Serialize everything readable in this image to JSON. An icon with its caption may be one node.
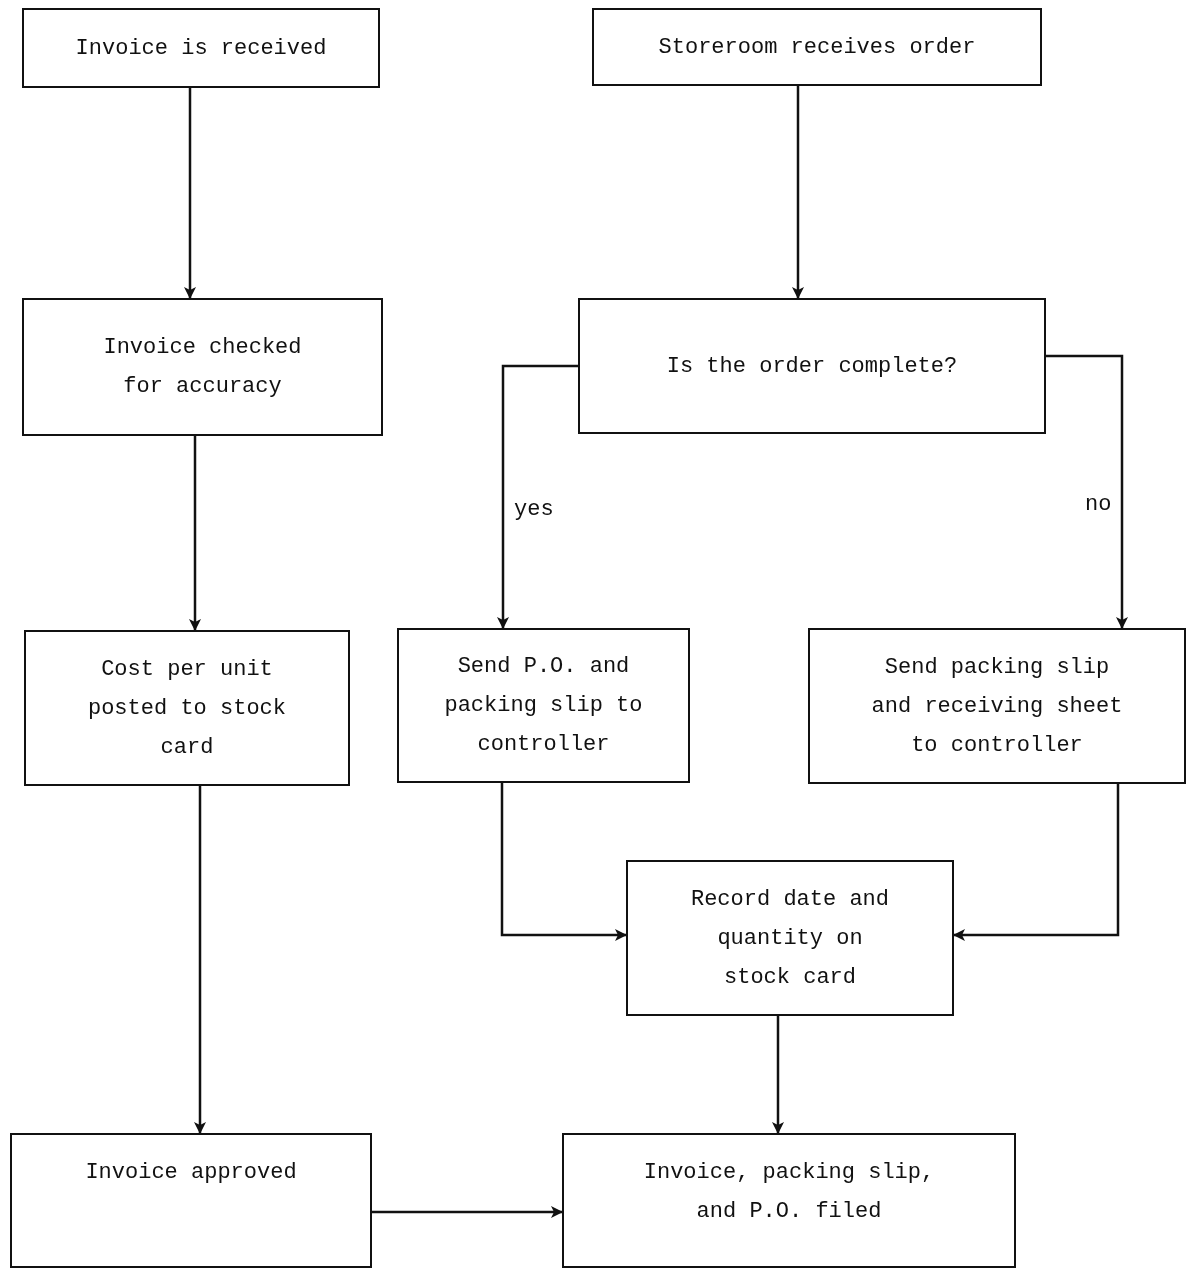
{
  "diagram": {
    "nodes": [
      {
        "text": [
          "Invoice is received"
        ]
      },
      {
        "text": [
          "Storeroom receives order"
        ]
      },
      {
        "text": [
          "Invoice checked for accuracy"
        ]
      },
      {
        "text": [
          "Is the order complete?"
        ]
      },
      {
        "text": [
          "Cost per unit posted to stock card"
        ]
      },
      {
        "text": [
          "Send P.O. and packing slip to controller"
        ]
      },
      {
        "text": [
          "Send packing slip and receiving sheet to controller"
        ]
      },
      {
        "text": [
          "Record date and quantity on stock card"
        ]
      },
      {
        "text": [
          "Invoice approved"
        ]
      },
      {
        "text": [
          "Invoice, packing slip, and P.O. filed"
        ]
      }
    ],
    "edges": [
      {
        "from": 0,
        "to": 2,
        "arrow": "to"
      },
      {
        "from": 1,
        "to": 3,
        "arrow": "to"
      },
      {
        "from": 2,
        "to": 4,
        "arrow": "to"
      },
      {
        "from": 3,
        "to": 5,
        "arrow": "to",
        "label": "yes"
      },
      {
        "from": 3,
        "to": 6,
        "arrow": "to",
        "label": "no"
      },
      {
        "from": 4,
        "to": 8,
        "arrow": "to"
      },
      {
        "from": 5,
        "to": 7,
        "arrow": "to"
      },
      {
        "from": 6,
        "to": 7,
        "arrow": "to"
      },
      {
        "from": 7,
        "to": 9,
        "arrow": "to"
      },
      {
        "from": 8,
        "to": 9,
        "arrow": "to"
      }
    ]
  }
}
